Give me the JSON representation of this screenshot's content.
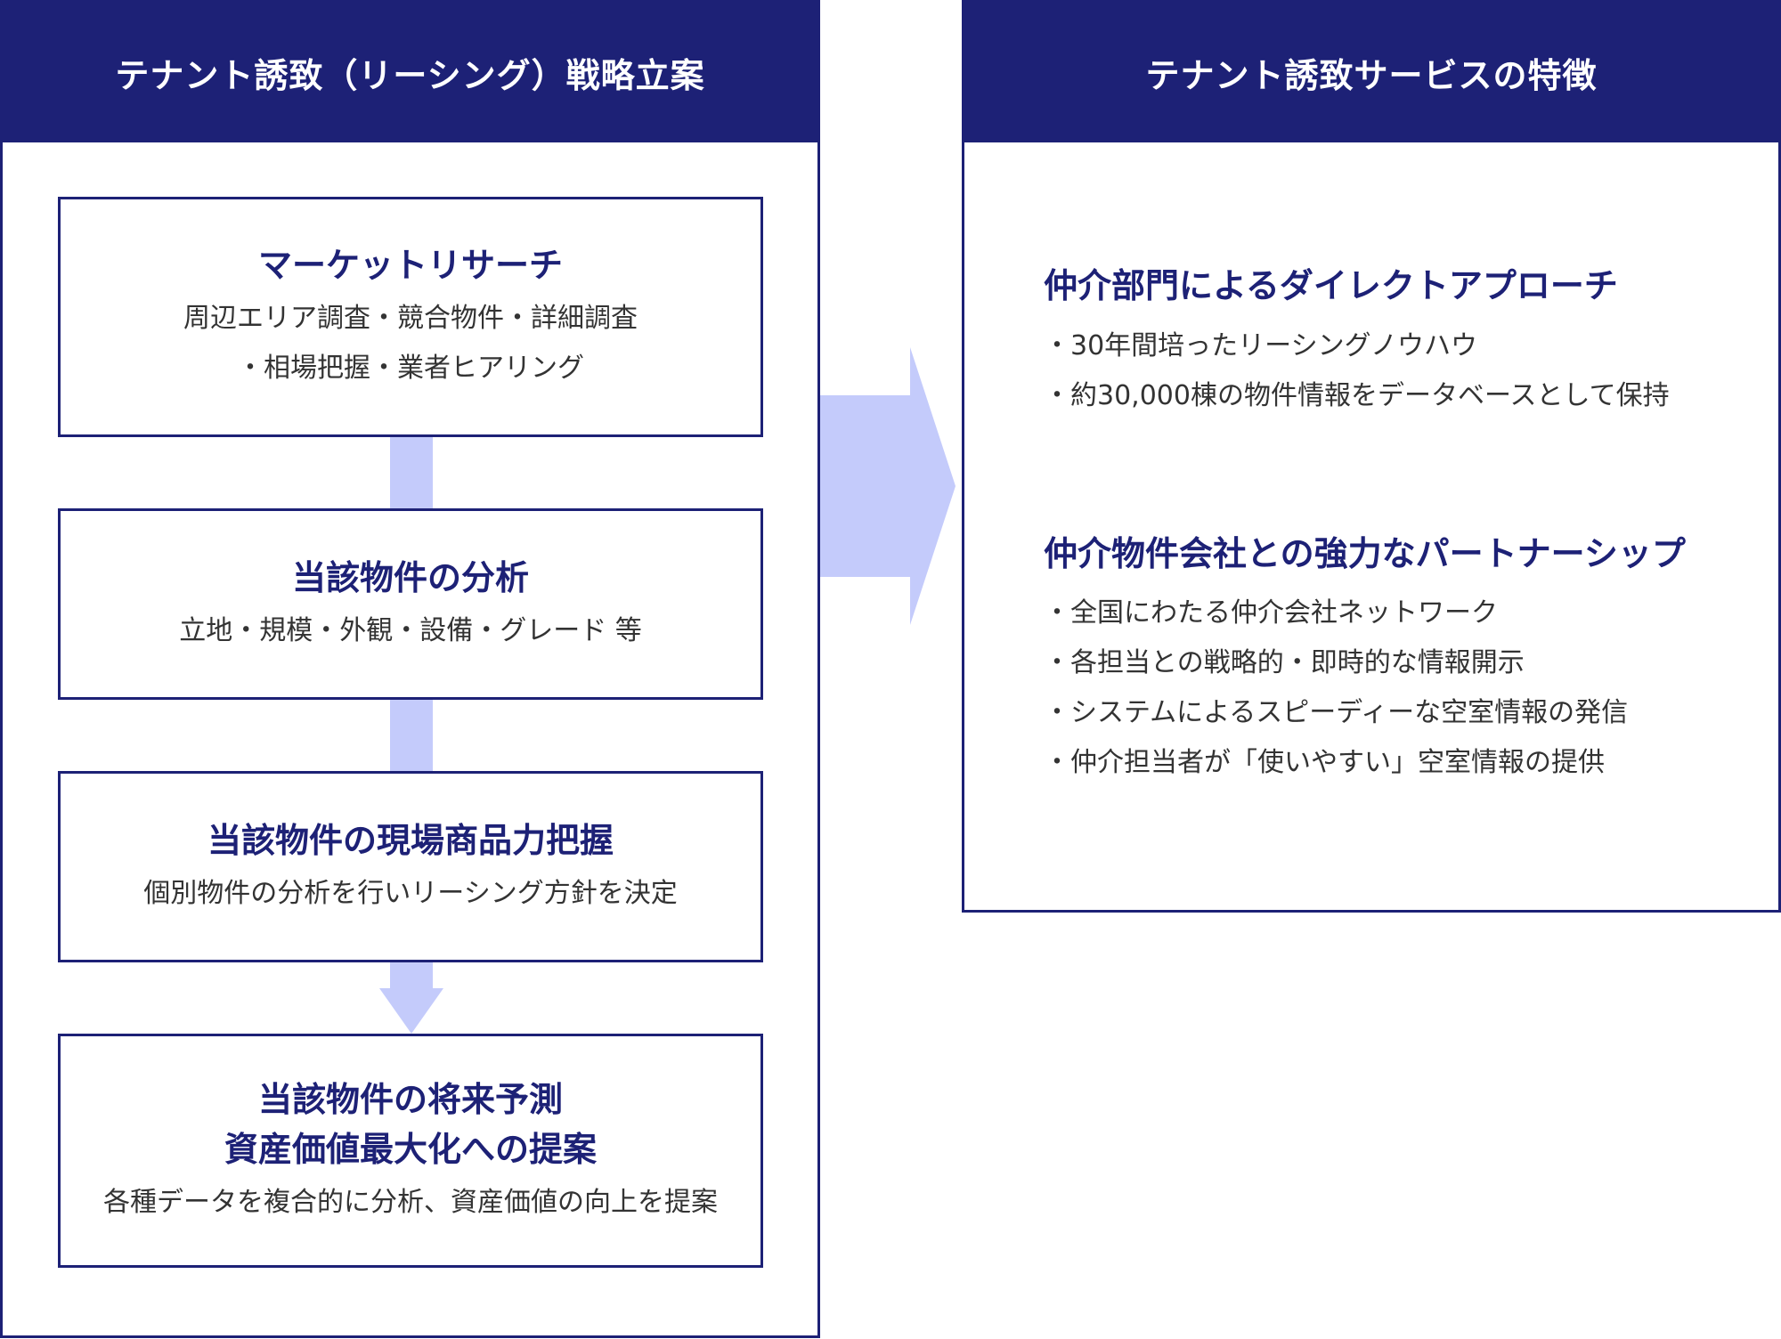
{
  "left_panel": {
    "title": "テナント誘致（リーシング）戦略立案",
    "steps": [
      {
        "title": "マーケットリサーチ",
        "desc_lines": [
          "周辺エリア調査・競合物件・詳細調査",
          "・相場把握・業者ヒアリング"
        ]
      },
      {
        "title": "当該物件の分析",
        "desc_lines": [
          "立地・規模・外観・設備・グレード 等"
        ]
      },
      {
        "title": "当該物件の現場商品力把握",
        "desc_lines": [
          "個別物件の分析を行いリーシング方針を決定"
        ]
      },
      {
        "title_lines": [
          "当該物件の将来予測",
          "資産価値最大化への提案"
        ],
        "desc_lines": [
          "各種データを複合的に分析、資産価値の向上を提案"
        ]
      }
    ]
  },
  "right_panel": {
    "title": "テナント誘致サービスの特徴",
    "features": [
      {
        "title": "仲介部門によるダイレクトアプローチ",
        "items": [
          "30年間培ったリーシングノウハウ",
          "約30,000棟の物件情報をデータベースとして保持"
        ]
      },
      {
        "title": "仲介物件会社との強力なパートナーシップ",
        "items": [
          "全国にわたる仲介会社ネットワーク",
          "各担当との戦略的・即時的な情報開示",
          "システムによるスピーディーな空室情報の発信",
          "仲介担当者が「使いやすい」空室情報の提供"
        ]
      }
    ]
  },
  "colors": {
    "navy": "#1d2176",
    "arrow": "#c4cbfb",
    "text": "#333333",
    "background": "#ffffff"
  }
}
